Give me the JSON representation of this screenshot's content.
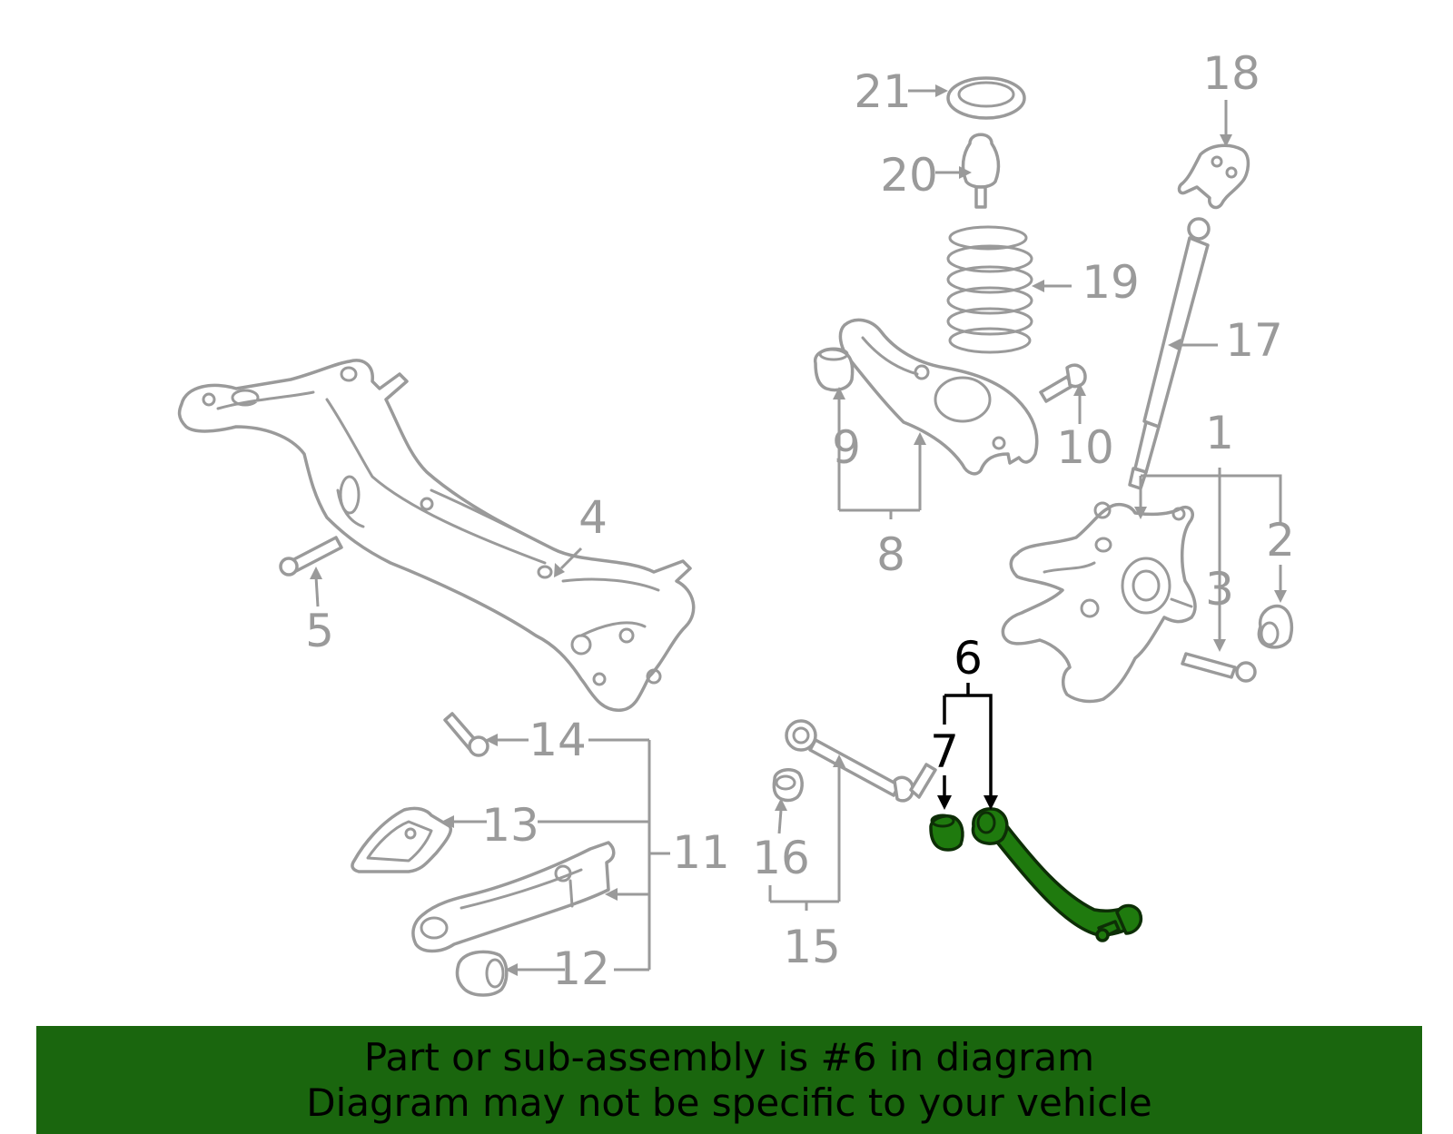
{
  "callouts": {
    "c1": "1",
    "c2": "2",
    "c3": "3",
    "c4": "4",
    "c5": "5",
    "c6": "6",
    "c7": "7",
    "c8": "8",
    "c9": "9",
    "c10": "10",
    "c11": "11",
    "c12": "12",
    "c13": "13",
    "c14": "14",
    "c15": "15",
    "c16": "16",
    "c17": "17",
    "c18": "18",
    "c19": "19",
    "c20": "20",
    "c21": "21"
  },
  "highlight": {
    "part": "6",
    "color": "#1f7a0e"
  },
  "banner": {
    "line1": "Part or sub-assembly is #6 in diagram",
    "line2": "Diagram may not be specific to your vehicle",
    "color": "#1a660e"
  }
}
